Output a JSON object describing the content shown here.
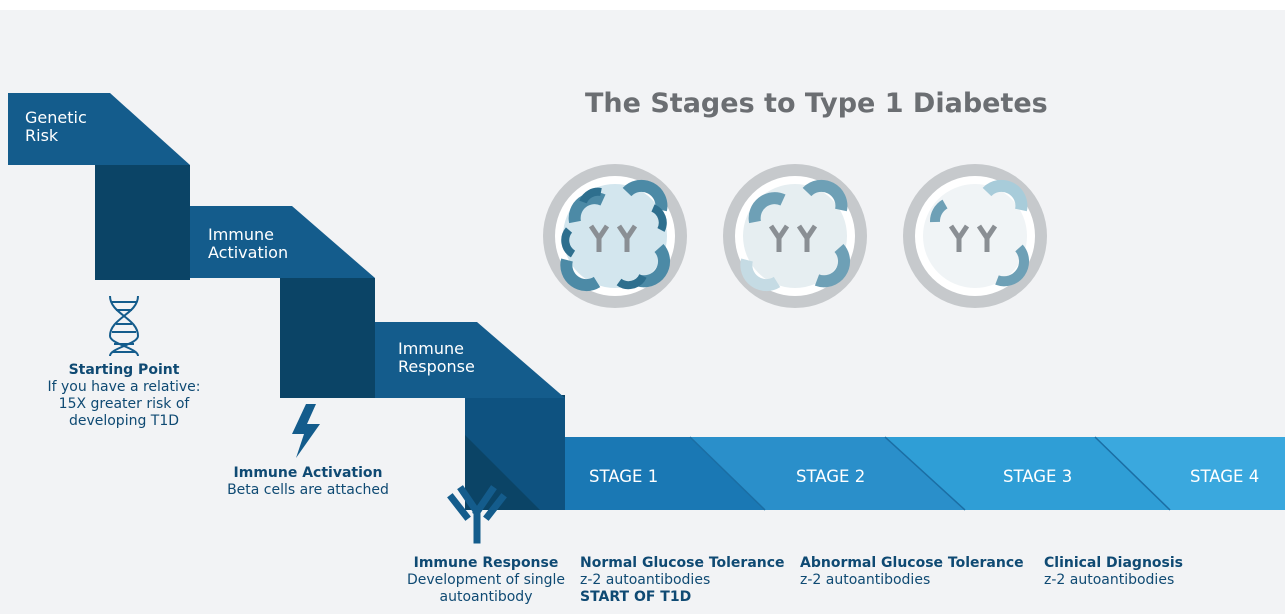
{
  "title": "The Stages to Type 1 Diabetes",
  "ribbon": {
    "genetic_risk": [
      "Genetic",
      "Risk"
    ],
    "immune_activation": [
      "Immune",
      "Activation"
    ],
    "immune_response": [
      "Immune",
      "Response"
    ]
  },
  "stages": [
    "STAGE 1",
    "STAGE 2",
    "STAGE 3",
    "STAGE 4"
  ],
  "notes": {
    "starting_point": {
      "heading": "Starting Point",
      "lines": [
        "If you have a relative:",
        "15X greater risk of",
        "developing T1D"
      ]
    },
    "immune_activation": {
      "heading": "Immune Activation",
      "lines": [
        "Beta cells are attached"
      ]
    },
    "immune_response": {
      "heading": "Immune Response",
      "lines": [
        "Development of single",
        "autoantibody"
      ]
    },
    "normal_glucose": {
      "heading": "Normal Glucose Tolerance",
      "lines": [
        "z-2 autoantibodies"
      ],
      "extra": "START OF T1D"
    },
    "abnormal_glucose": {
      "heading": "Abnormal Glucose Tolerance",
      "lines": [
        "z-2 autoantibodies"
      ]
    },
    "clinical_diagnosis": {
      "heading": "Clinical Diagnosis",
      "lines": [
        "z-2 autoantibodies"
      ]
    }
  },
  "colors": {
    "ribbon_front": "#145c8c",
    "ribbon_back": "#0b4466",
    "stage1": "#1a78b4",
    "stage2": "#2a8fca",
    "stage3": "#2f9ed6",
    "stage4": "#3aa8de",
    "text_dark": "#0f4a73",
    "title": "#6b6e72"
  },
  "icons": [
    "dna-icon",
    "lightning-icon",
    "antibody-icon",
    "islet-cell-icon"
  ]
}
